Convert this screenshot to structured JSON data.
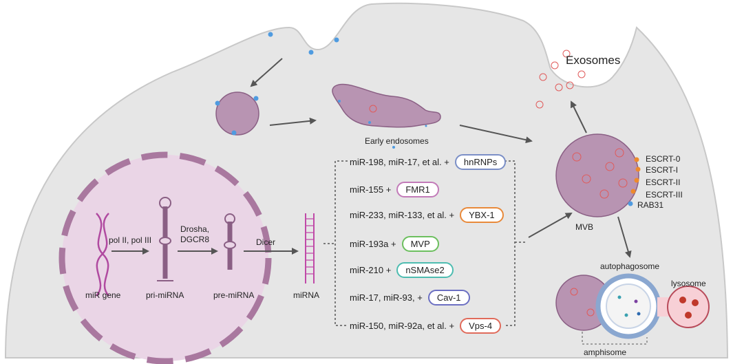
{
  "labels": {
    "exosomes": "Exosomes",
    "early_endosomes": "Early endosomes",
    "mvb": "MVB",
    "autophagosome": "autophagosome",
    "lysosome": "lysosome",
    "amphisome": "amphisome",
    "mir_gene": "miR gene",
    "pri_mirna": "pri-miRNA",
    "pre_mirna": "pre-miRNA",
    "mirna": "miRNA",
    "pol": "pol II, pol III",
    "drosha_1": "Drosha,",
    "drosha_2": "DGCR8",
    "dicer": "Dicer"
  },
  "escrt": [
    "ESCRT-0",
    "ESCRT-I",
    "ESCRT-II",
    "ESCRT-III",
    "RAB31"
  ],
  "sorting": [
    {
      "mirnas": "miR-198, miR-17, et al. +",
      "protein": "hnRNPs",
      "color": "#7b8fc7"
    },
    {
      "mirnas": "miR-155 +",
      "protein": "FMR1",
      "color": "#c27ab8"
    },
    {
      "mirnas": "miR-233, miR-133, et al. +",
      "protein": "YBX-1",
      "color": "#e8893a"
    },
    {
      "mirnas": "miR-193a +",
      "protein": "MVP",
      "color": "#6cbf5e"
    },
    {
      "mirnas": "miR-210 +",
      "protein": "nSMAse2",
      "color": "#4dbcb0"
    },
    {
      "mirnas": "miR-17, miR-93, +",
      "protein": "Cav-1",
      "color": "#6b6fc2"
    },
    {
      "mirnas": "miR-150, miR-92a, et al. +",
      "protein": "Vps-4",
      "color": "#e06a5a"
    }
  ]
}
